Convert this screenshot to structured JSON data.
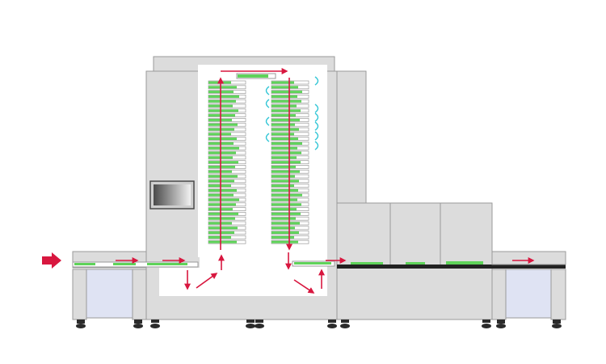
{
  "diagram": {
    "colors": {
      "frame": "#dcdcdc",
      "frame_stroke": "#9a9a9a",
      "panel_blue": "#dfe3f3",
      "interior": "#ffffff",
      "panel_green": "#5fd35a",
      "arrow_red": "#d8173f",
      "cooling_cyan": "#33c6d6",
      "conveyor_dark": "#222222",
      "foot": "#2b2b2b"
    },
    "icons": {
      "flow_arrow": "red-arrow-icon",
      "cooling": "cooling-air-icon",
      "screen": "control-screen-icon"
    },
    "rack": {
      "left_stack_slots": 35,
      "right_stack_slots": 35,
      "cooling_markers": 9
    }
  }
}
